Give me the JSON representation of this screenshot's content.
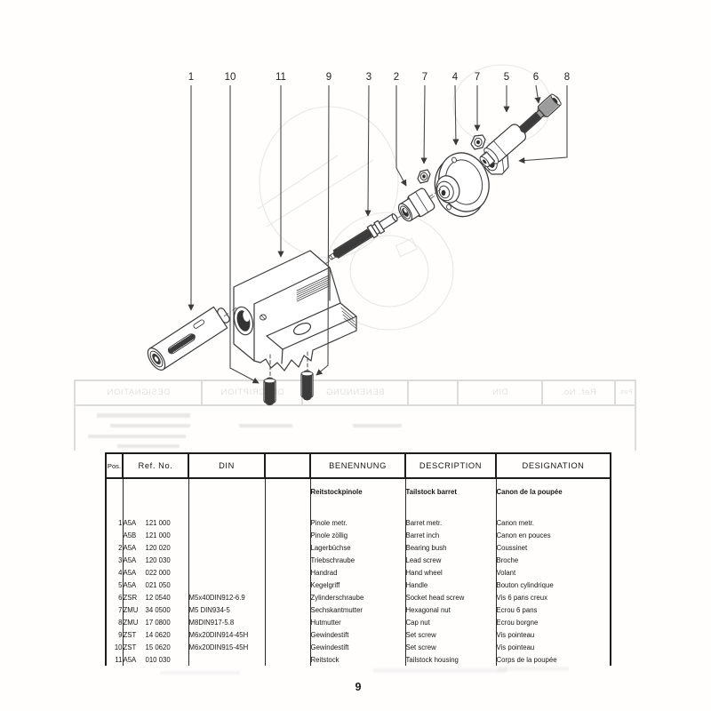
{
  "page": {
    "number": "9"
  },
  "diagram": {
    "callouts": [
      {
        "label": "1"
      },
      {
        "label": "10"
      },
      {
        "label": "11"
      },
      {
        "label": "9"
      },
      {
        "label": "3"
      },
      {
        "label": "2"
      },
      {
        "label": "7"
      },
      {
        "label": "4"
      },
      {
        "label": "7"
      },
      {
        "label": "5"
      },
      {
        "label": "6"
      },
      {
        "label": "8"
      }
    ]
  },
  "table": {
    "headers": {
      "pos": "Pos.",
      "ref_no": "Ref. No.",
      "din": "DIN",
      "spare": "",
      "benennung": "BENENNUNG",
      "description": "DESCRIPTION",
      "designation": "DESIGNATION"
    },
    "group": {
      "benennung": "Reitstockpinole",
      "description": "Tailstock barret",
      "designation": "Canon de la poupée"
    },
    "rows": [
      {
        "pos": "1",
        "ref1": "A5A",
        "ref2": "121 000",
        "din": "",
        "benennung": "Pinole metr.",
        "description": "Barret metr.",
        "designation": "Canon metr."
      },
      {
        "pos": "",
        "ref1": "A5B",
        "ref2": "121 000",
        "din": "",
        "benennung": "Pinole zöllig",
        "description": "Barret inch",
        "designation": "Canon en pouces"
      },
      {
        "pos": "2",
        "ref1": "A5A",
        "ref2": "120 020",
        "din": "",
        "benennung": "Lagerbüchse",
        "description": "Bearing bush",
        "designation": "Coussinet"
      },
      {
        "pos": "3",
        "ref1": "A5A",
        "ref2": "120 030",
        "din": "",
        "benennung": "Triebschraube",
        "description": "Lead screw",
        "designation": "Broche"
      },
      {
        "pos": "4",
        "ref1": "A5A",
        "ref2": "022 000",
        "din": "",
        "benennung": "Handrad",
        "description": "Hand wheel",
        "designation": "Volant"
      },
      {
        "pos": "5",
        "ref1": "A5A",
        "ref2": "021 050",
        "din": "",
        "benennung": "Kegelgriff",
        "description": "Handle",
        "designation": "Bouton cylindrique"
      },
      {
        "pos": "6",
        "ref1": "ZSR",
        "ref2": "12 0540",
        "din": "M5x40DIN912-6.9",
        "benennung": "Zylinderschraube",
        "description": "Socket head screw",
        "designation": "Vis 6 pans creux"
      },
      {
        "pos": "7",
        "ref1": "ZMU",
        "ref2": "34 0500",
        "din": "M5 DIN934-5",
        "benennung": "Sechskantmutter",
        "description": "Hexagonal nut",
        "designation": "Ecrou 6 pans"
      },
      {
        "pos": "8",
        "ref1": "ZMU",
        "ref2": "17 0800",
        "din": "M8DIN917-5.8",
        "benennung": "Hutmutter",
        "description": "Cap nut",
        "designation": "Ecrou borgne"
      },
      {
        "pos": "9",
        "ref1": "ZST",
        "ref2": "14 0620",
        "din": "M6x20DIN914-45H",
        "benennung": "Gewindestift",
        "description": "Set screw",
        "designation": "Vis pointeau"
      },
      {
        "pos": "10",
        "ref1": "ZST",
        "ref2": "15 0620",
        "din": "M6x20DIN915-45H",
        "benennung": "Gewindestift",
        "description": "Set screw",
        "designation": "Vis pointeau"
      },
      {
        "pos": "11",
        "ref1": "A5A",
        "ref2": "010 030",
        "din": "",
        "benennung": "Reitstock",
        "description": "Tailstock housing",
        "designation": "Corps de la poupée"
      }
    ]
  }
}
